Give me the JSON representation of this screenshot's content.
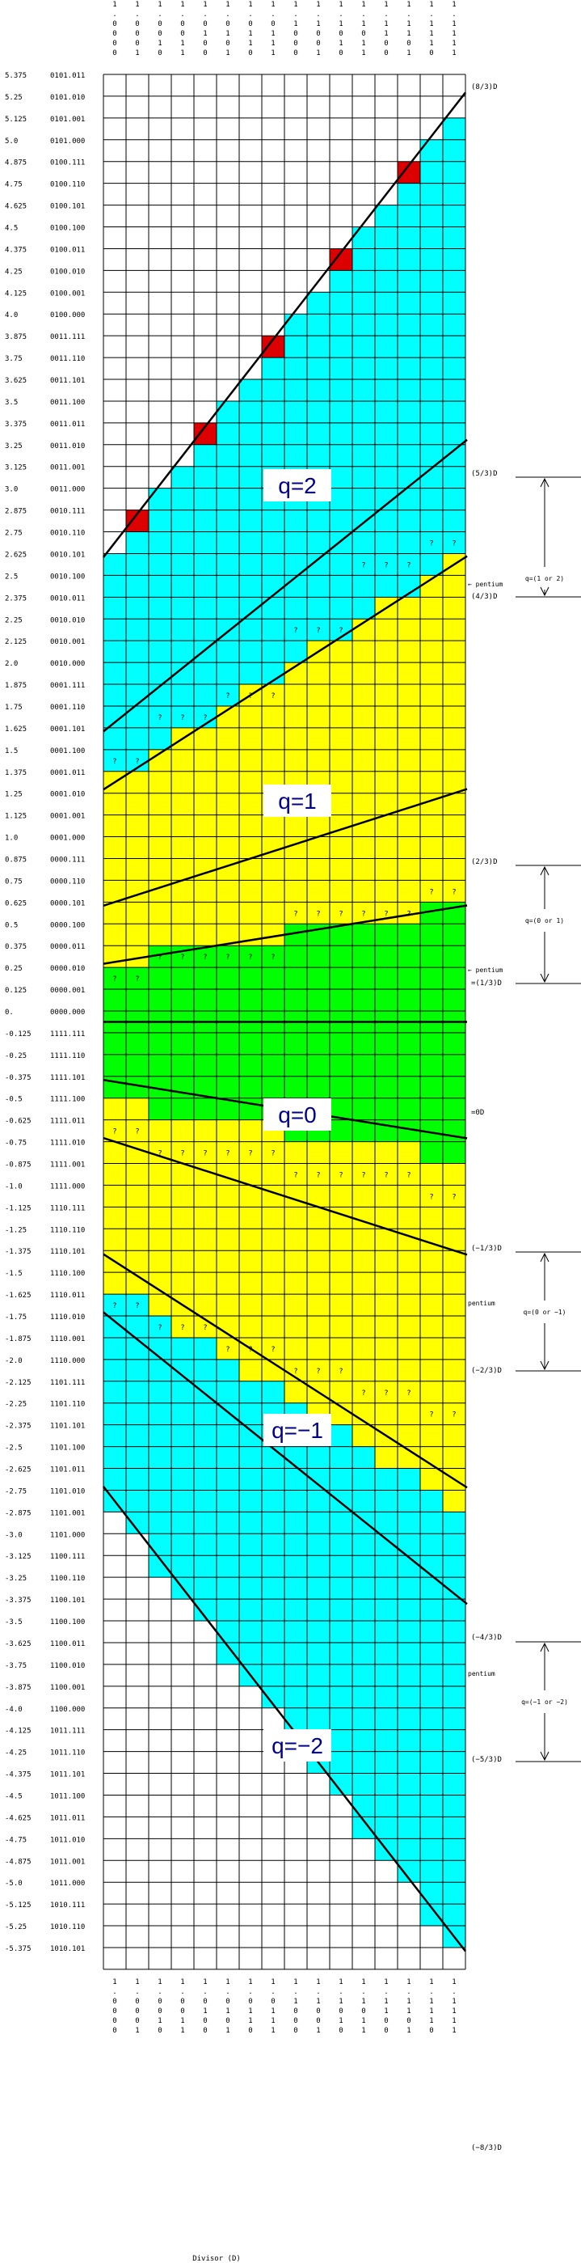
{
  "divisor_columns": [
    "1.0000",
    "1.0001",
    "1.0010",
    "1.0011",
    "1.0100",
    "1.0101",
    "1.0110",
    "1.0111",
    "1.1000",
    "1.1001",
    "1.1010",
    "1.1011",
    "1.1100",
    "1.1101",
    "1.1110",
    "1.1111"
  ],
  "axis_label_bottom": "Divisor (D)",
  "remainder_rows": [
    {
      "dec": "5.375",
      "bin": "0101.011"
    },
    {
      "dec": "5.25",
      "bin": "0101.010"
    },
    {
      "dec": "5.125",
      "bin": "0101.001"
    },
    {
      "dec": "5.0",
      "bin": "0101.000"
    },
    {
      "dec": "4.875",
      "bin": "0100.111"
    },
    {
      "dec": "4.75",
      "bin": "0100.110"
    },
    {
      "dec": "4.625",
      "bin": "0100.101"
    },
    {
      "dec": "4.5",
      "bin": "0100.100"
    },
    {
      "dec": "4.375",
      "bin": "0100.011"
    },
    {
      "dec": "4.25",
      "bin": "0100.010"
    },
    {
      "dec": "4.125",
      "bin": "0100.001"
    },
    {
      "dec": "4.0",
      "bin": "0100.000"
    },
    {
      "dec": "3.875",
      "bin": "0011.111"
    },
    {
      "dec": "3.75",
      "bin": "0011.110"
    },
    {
      "dec": "3.625",
      "bin": "0011.101"
    },
    {
      "dec": "3.5",
      "bin": "0011.100"
    },
    {
      "dec": "3.375",
      "bin": "0011.011"
    },
    {
      "dec": "3.25",
      "bin": "0011.010"
    },
    {
      "dec": "3.125",
      "bin": "0011.001"
    },
    {
      "dec": "3.0",
      "bin": "0011.000"
    },
    {
      "dec": "2.875",
      "bin": "0010.111"
    },
    {
      "dec": "2.75",
      "bin": "0010.110"
    },
    {
      "dec": "2.625",
      "bin": "0010.101"
    },
    {
      "dec": "2.5",
      "bin": "0010.100"
    },
    {
      "dec": "2.375",
      "bin": "0010.011"
    },
    {
      "dec": "2.25",
      "bin": "0010.010"
    },
    {
      "dec": "2.125",
      "bin": "0010.001"
    },
    {
      "dec": "2.0",
      "bin": "0010.000"
    },
    {
      "dec": "1.875",
      "bin": "0001.111"
    },
    {
      "dec": "1.75",
      "bin": "0001.110"
    },
    {
      "dec": "1.625",
      "bin": "0001.101"
    },
    {
      "dec": "1.5",
      "bin": "0001.100"
    },
    {
      "dec": "1.375",
      "bin": "0001.011"
    },
    {
      "dec": "1.25",
      "bin": "0001.010"
    },
    {
      "dec": "1.125",
      "bin": "0001.001"
    },
    {
      "dec": "1.0",
      "bin": "0001.000"
    },
    {
      "dec": "0.875",
      "bin": "0000.111"
    },
    {
      "dec": "0.75",
      "bin": "0000.110"
    },
    {
      "dec": "0.625",
      "bin": "0000.101"
    },
    {
      "dec": "0.5",
      "bin": "0000.100"
    },
    {
      "dec": "0.375",
      "bin": "0000.011"
    },
    {
      "dec": "0.25",
      "bin": "0000.010"
    },
    {
      "dec": "0.125",
      "bin": "0000.001"
    },
    {
      "dec": "0.",
      "bin": "0000.000"
    },
    {
      "dec": "-0.125",
      "bin": "1111.111"
    },
    {
      "dec": "-0.25",
      "bin": "1111.110"
    },
    {
      "dec": "-0.375",
      "bin": "1111.101"
    },
    {
      "dec": "-0.5",
      "bin": "1111.100"
    },
    {
      "dec": "-0.625",
      "bin": "1111.011"
    },
    {
      "dec": "-0.75",
      "bin": "1111.010"
    },
    {
      "dec": "-0.875",
      "bin": "1111.001"
    },
    {
      "dec": "-1.0",
      "bin": "1111.000"
    },
    {
      "dec": "-1.125",
      "bin": "1110.111"
    },
    {
      "dec": "-1.25",
      "bin": "1110.110"
    },
    {
      "dec": "-1.375",
      "bin": "1110.101"
    },
    {
      "dec": "-1.5",
      "bin": "1110.100"
    },
    {
      "dec": "-1.625",
      "bin": "1110.011"
    },
    {
      "dec": "-1.75",
      "bin": "1110.010"
    },
    {
      "dec": "-1.875",
      "bin": "1110.001"
    },
    {
      "dec": "-2.0",
      "bin": "1110.000"
    },
    {
      "dec": "-2.125",
      "bin": "1101.111"
    },
    {
      "dec": "-2.25",
      "bin": "1101.110"
    },
    {
      "dec": "-2.375",
      "bin": "1101.101"
    },
    {
      "dec": "-2.5",
      "bin": "1101.100"
    },
    {
      "dec": "-2.625",
      "bin": "1101.011"
    },
    {
      "dec": "-2.75",
      "bin": "1101.010"
    },
    {
      "dec": "-2.875",
      "bin": "1101.001"
    },
    {
      "dec": "-3.0",
      "bin": "1101.000"
    },
    {
      "dec": "-3.125",
      "bin": "1100.111"
    },
    {
      "dec": "-3.25",
      "bin": "1100.110"
    },
    {
      "dec": "-3.375",
      "bin": "1100.101"
    },
    {
      "dec": "-3.5",
      "bin": "1100.100"
    },
    {
      "dec": "-3.625",
      "bin": "1100.011"
    },
    {
      "dec": "-3.75",
      "bin": "1100.010"
    },
    {
      "dec": "-3.875",
      "bin": "1100.001"
    },
    {
      "dec": "-4.0",
      "bin": "1100.000"
    },
    {
      "dec": "-4.125",
      "bin": "1011.111"
    },
    {
      "dec": "-4.25",
      "bin": "1011.110"
    },
    {
      "dec": "-4.375",
      "bin": "1011.101"
    },
    {
      "dec": "-4.5",
      "bin": "1011.100"
    },
    {
      "dec": "-4.625",
      "bin": "1011.011"
    },
    {
      "dec": "-4.75",
      "bin": "1011.010"
    },
    {
      "dec": "-4.875",
      "bin": "1011.001"
    },
    {
      "dec": "-5.0",
      "bin": "1011.000"
    },
    {
      "dec": "-5.125",
      "bin": "1010.111"
    },
    {
      "dec": "-5.25",
      "bin": "1010.110"
    },
    {
      "dec": "-5.375",
      "bin": "1010.101"
    }
  ],
  "regions": [
    {
      "label": "q=2",
      "color": "#00ffff"
    },
    {
      "label": "q=1",
      "color": "#ffff00"
    },
    {
      "label": "q=0",
      "color": "#00ff00"
    },
    {
      "label": "q=−1",
      "color": "#ffff00"
    },
    {
      "label": "q=−2",
      "color": "#00ffff"
    }
  ],
  "colors": {
    "grid": "#000000",
    "missing_entry": "#dd0000",
    "line": "#000000",
    "label_text": "#00008b",
    "empty": "#ffffff"
  },
  "question_mark": "?",
  "line_labels": [
    "(8/3)D",
    "(5/3)D",
    "(4/3)D",
    "(2/3)D",
    "=(1/3)D",
    "=0D",
    "(−1/3)D",
    "(−2/3)D",
    "(−4/3)D",
    "(−5/3)D",
    "(−8/3)D"
  ],
  "pentium_labels": [
    "← pentium",
    "← pentium",
    "pentium",
    "pentium"
  ],
  "range_labels": [
    "q=(1 or 2)",
    "q=(0 or 1)",
    "q=(0 or −1)",
    "q=(−1 or −2)"
  ]
}
